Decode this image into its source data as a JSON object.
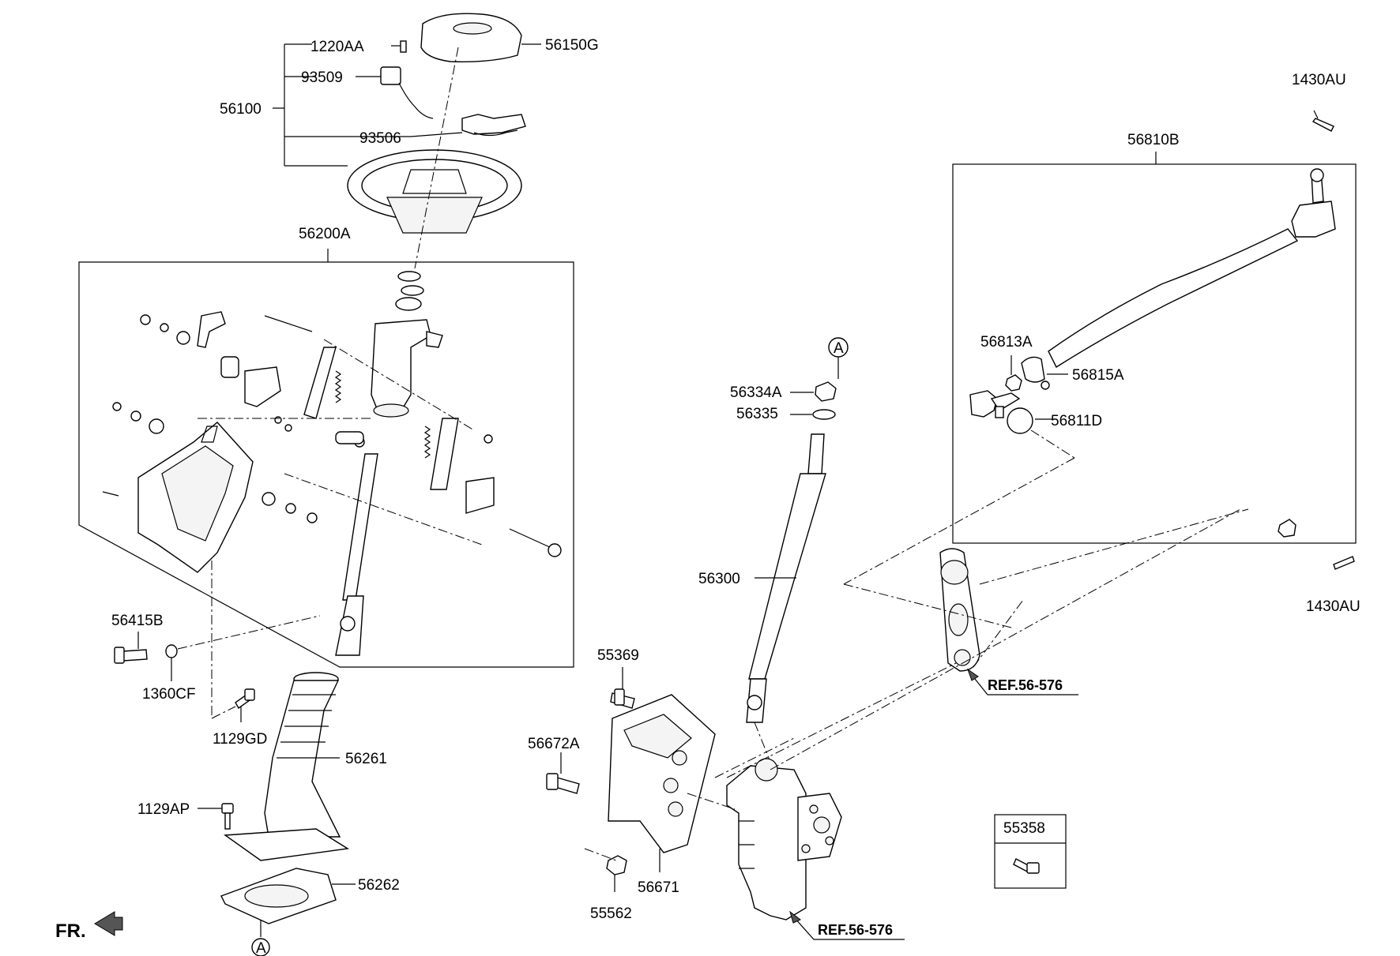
{
  "diagram": {
    "labels": {
      "p1220AA": "1220AA",
      "p56150G": "56150G",
      "p93509": "93509",
      "p56100": "56100",
      "p93506": "93506",
      "p56200A": "56200A",
      "p56415B": "56415B",
      "p1360CF": "1360CF",
      "p1129GD": "1129GD",
      "p56261": "56261",
      "p1129AP": "1129AP",
      "p56262": "56262",
      "pA_bottom": "A",
      "pA_top": "A",
      "p56334A": "56334A",
      "p56335": "56335",
      "p56300": "56300",
      "p55369": "55369",
      "p56672A": "56672A",
      "p56671": "56671",
      "p55562": "55562",
      "p1430AU_top": "1430AU",
      "p56810B": "56810B",
      "p56813A": "56813A",
      "p56815A": "56815A",
      "p56811D": "56811D",
      "p1430AU_bottom": "1430AU",
      "p55358": "55358"
    },
    "refs": {
      "ref_right": "REF.56-576",
      "ref_bottom": "REF.56-576"
    },
    "front_label": "FR."
  }
}
